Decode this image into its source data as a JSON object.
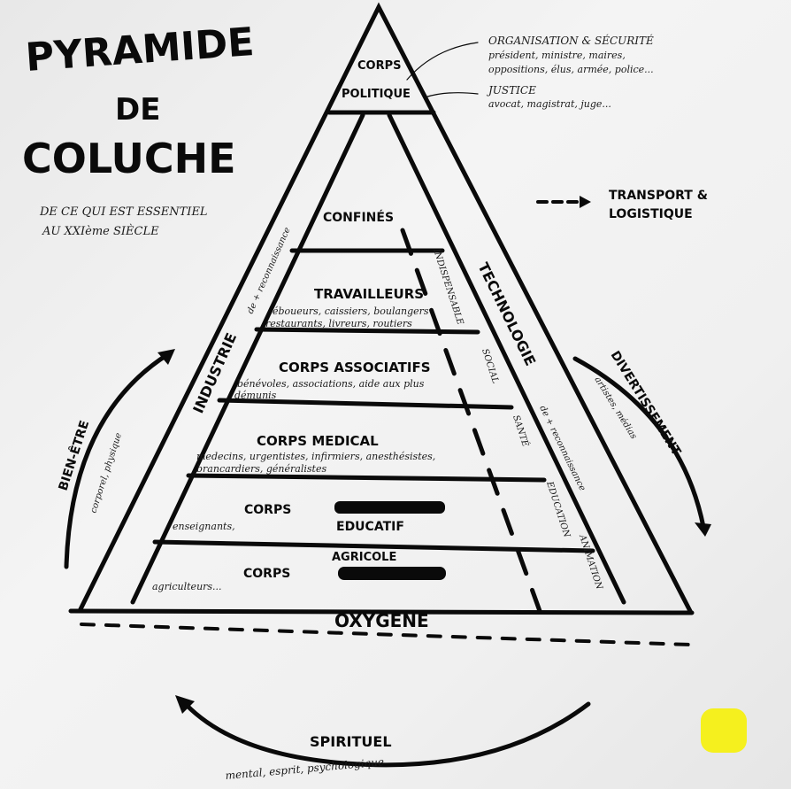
{
  "title": {
    "line1": "PYRAMIDE",
    "line2": "DE",
    "line3": "COLUCHE"
  },
  "subtitle": {
    "line1": "DE CE QUI EST ESSENTIEL",
    "line2": "AU XXIème SIÈCLE"
  },
  "legend": {
    "line1": "TRANSPORT &",
    "line2": "LOGISTIQUE"
  },
  "top": {
    "label1": "CORPS",
    "label2": "POLITIQUE",
    "note1_title": "ORGANISATION & SÉCURITÉ",
    "note1_line1": "président, ministre, maires,",
    "note1_line2": "oppositions, élus, armée, police...",
    "note2_title": "JUSTICE",
    "note2_line1": "avocat, magistrat, juge..."
  },
  "levels": [
    {
      "title": "CONFINÉS"
    },
    {
      "title": "TRAVAILLEURS",
      "line1": "éboueurs, caissiers, boulangers",
      "line2": "restaurants, livreurs, routiers"
    },
    {
      "title": "CORPS ASSOCIATIFS",
      "line1": "bénévoles, associations, aide aux plus",
      "line2": "démunis"
    },
    {
      "title": "CORPS MEDICAL",
      "line1": "medecins, urgentistes, infirmiers, anesthésistes,",
      "line2": "brancardiers, généralistes"
    },
    {
      "title1": "CORPS",
      "title2": "EDUCATIF",
      "note": "enseignants,"
    },
    {
      "title1": "CORPS",
      "title2": "AGRICOLE",
      "note": "agriculteurs..."
    }
  ],
  "base": "OXYGÈNE",
  "sides": {
    "left": "INDUSTRIE",
    "left_note": "de + reconnaissance",
    "right": "TECHNOLOGIE",
    "right_note": "de + reconnaissance",
    "indispensable": "INDISPENSABLE",
    "social": "SOCIAL",
    "sante": "SANTÉ",
    "education": "EDUCATION",
    "animation": "ANIMATION"
  },
  "arrows": {
    "bien_etre": "BIEN-ÊTRE",
    "bien_etre_note": "corporel, physique",
    "divertissement": "DIVERTISSEMENT",
    "divertissement_note": "artistes, médias",
    "spirituel": "SPIRITUEL",
    "spirituel_note": "mental, esprit, psychologique"
  },
  "colors": {
    "ink": "#0a0a0a",
    "sticky": "#f5f01e"
  }
}
